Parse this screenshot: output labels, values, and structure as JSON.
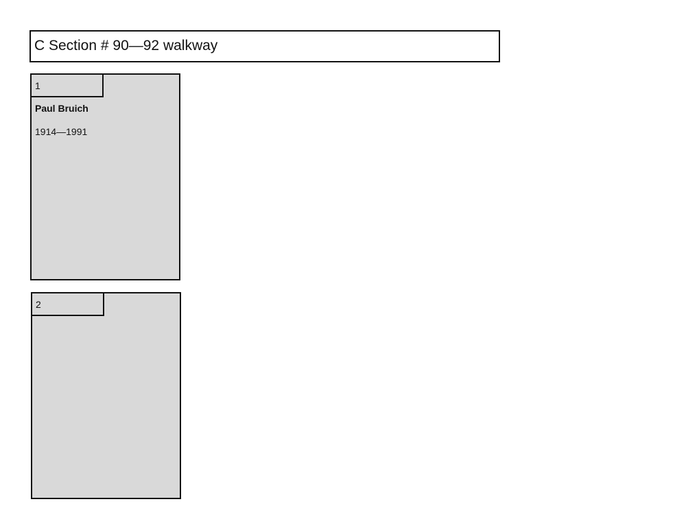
{
  "title": "C Section # 90—92 walkway",
  "plots": [
    {
      "number": "1",
      "name": "Paul Bruich",
      "dates": "1914—1991"
    },
    {
      "number": "2"
    }
  ]
}
